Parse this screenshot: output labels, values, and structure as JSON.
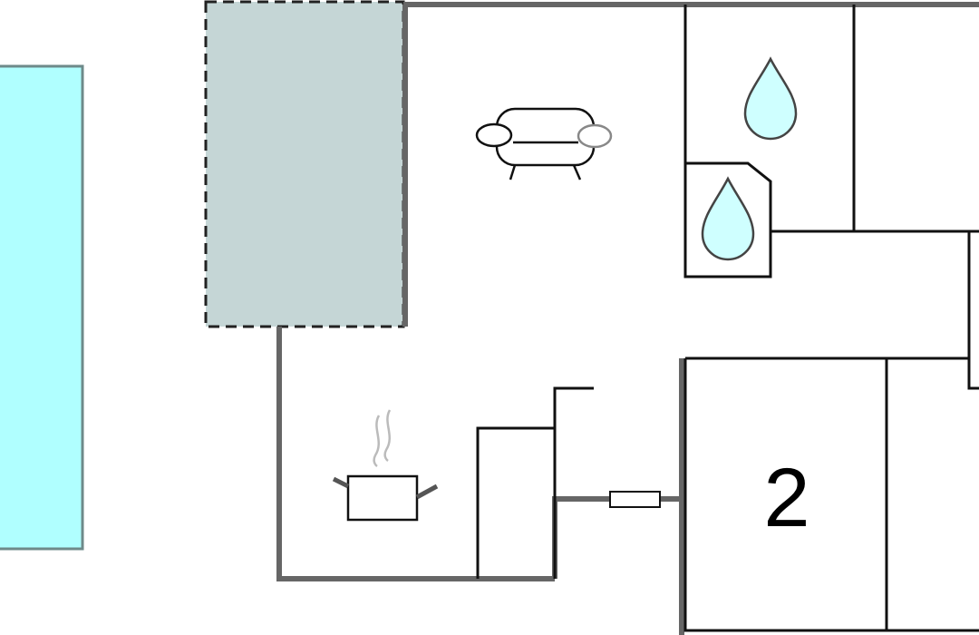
{
  "floorplan": {
    "rooms": [
      {
        "id": "bedroom-2",
        "label": "2"
      }
    ],
    "icons": [
      {
        "name": "sofa-icon",
        "meaning": "living room"
      },
      {
        "name": "cooking-pot-icon",
        "meaning": "kitchen"
      },
      {
        "name": "water-drop-icon",
        "meaning": "bathroom"
      },
      {
        "name": "water-drop-icon",
        "meaning": "toilet"
      }
    ],
    "colors": {
      "pool": "#b0ffff",
      "terrace": "#c5d6d6",
      "outer_wall": "#666666",
      "inner_wall": "#111111",
      "drop_fill": "#cfffff"
    }
  }
}
